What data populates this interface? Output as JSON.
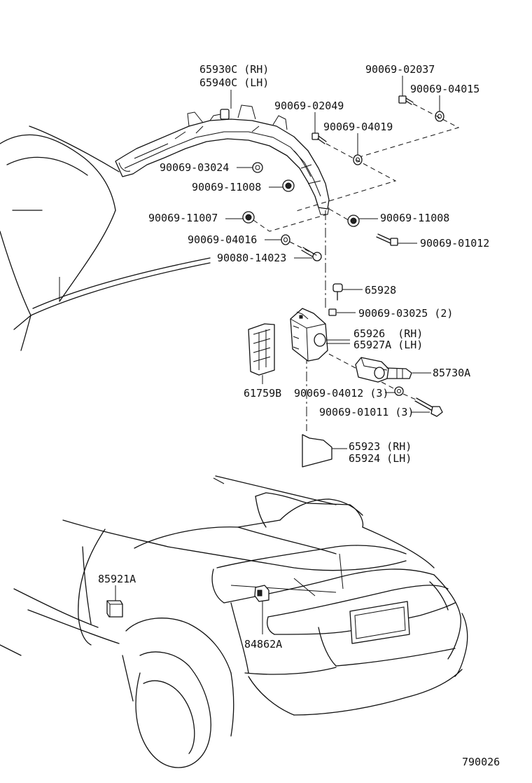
{
  "diagram": {
    "labels": [
      {
        "id": "l-65930c",
        "text": "65930C (RH)"
      },
      {
        "id": "l-65940c",
        "text": "65940C (LH)"
      },
      {
        "id": "l-02037",
        "text": "90069-02037"
      },
      {
        "id": "l-04015",
        "text": "90069-04015"
      },
      {
        "id": "l-02049",
        "text": "90069-02049"
      },
      {
        "id": "l-04019",
        "text": "90069-04019"
      },
      {
        "id": "l-03024",
        "text": "90069-03024"
      },
      {
        "id": "l-11008a",
        "text": "90069-11008"
      },
      {
        "id": "l-11007",
        "text": "90069-11007"
      },
      {
        "id": "l-11008b",
        "text": "90069-11008"
      },
      {
        "id": "l-04016",
        "text": "90069-04016"
      },
      {
        "id": "l-01012",
        "text": "90069-01012"
      },
      {
        "id": "l-14023",
        "text": "90080-14023"
      },
      {
        "id": "l-65928",
        "text": "65928"
      },
      {
        "id": "l-03025",
        "text": "90069-03025 (2)"
      },
      {
        "id": "l-65926",
        "text": "65926  (RH)"
      },
      {
        "id": "l-65927a",
        "text": "65927A (LH)"
      },
      {
        "id": "l-85730a",
        "text": "85730A"
      },
      {
        "id": "l-61759b",
        "text": "61759B"
      },
      {
        "id": "l-04012",
        "text": "90069-04012 (3)"
      },
      {
        "id": "l-01011",
        "text": "90069-01011 (3)"
      },
      {
        "id": "l-65923",
        "text": "65923 (RH)"
      },
      {
        "id": "l-65924",
        "text": "65924 (LH)"
      },
      {
        "id": "l-85921a",
        "text": "85921A"
      },
      {
        "id": "l-84862a",
        "text": "84862A"
      },
      {
        "id": "l-790026",
        "text": "790026"
      }
    ]
  }
}
